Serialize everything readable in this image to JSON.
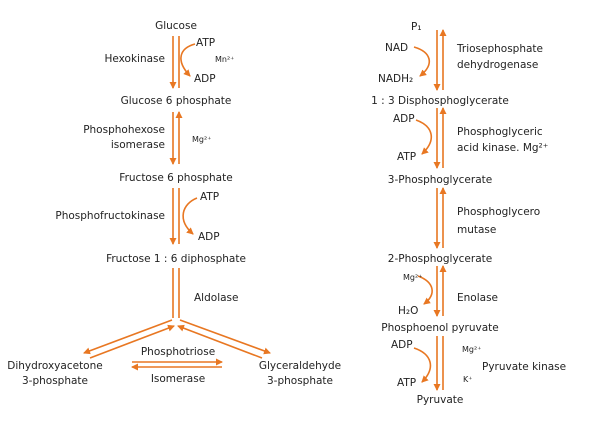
{
  "colors": {
    "arrow": "#e87722",
    "text": "#222222"
  },
  "left": {
    "glucose": "Glucose",
    "hexokinase": "Hexokinase",
    "atp1": "ATP",
    "mn": "Mn²⁺",
    "adp1": "ADP",
    "g6p": "Glucose 6 phosphate",
    "phi_1": "Phosphohexose",
    "phi_2": "isomerase",
    "mg1": "Mg²⁺",
    "f6p": "Fructose 6 phosphate",
    "pfk": "Phosphofructokinase",
    "atp2": "ATP",
    "adp2": "ADP",
    "f16": "Fructose 1 : 6 diphosphate",
    "aldolase": "Aldolase",
    "dhap_1": "Dihydroxyacetone",
    "dhap_2": "3-phosphate",
    "tpi_1": "Phosphotriose",
    "tpi_2": "Isomerase",
    "gap_1": "Glyceraldehyde",
    "gap_2": "3-phosphate"
  },
  "right": {
    "pi": "P₁",
    "nad": "NAD",
    "nadh": "NADH₂",
    "tpd_1": "Triosephosphate",
    "tpd_2": "dehydrogenase",
    "bpg": "1 : 3 Disphosphoglycerate",
    "adp1": "ADP",
    "pgk_1": "Phosphoglyceric",
    "pgk_2": "acid kinase. Mg²⁺",
    "atp1": "ATP",
    "pg3": "3-Phosphoglycerate",
    "pgm_1": "Phosphoglycero",
    "pgm_2": "mutase",
    "pg2": "2-Phosphoglycerate",
    "mg": "Mg²⁺",
    "enolase": "Enolase",
    "h2o": "H₂O",
    "pep": "Phosphoenol pyruvate",
    "adp2": "ADP",
    "mg2": "Mg²⁺",
    "pk": "Pyruvate kinase",
    "k": "K⁺",
    "atp2": "ATP",
    "pyruvate": "Pyruvate"
  }
}
